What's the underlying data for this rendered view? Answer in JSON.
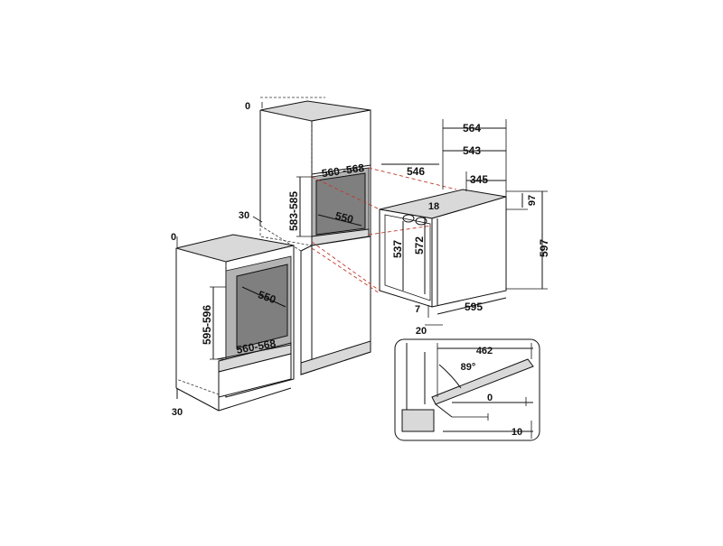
{
  "dimensions": {
    "tall_top_zero": "0",
    "tall_side_30": "30",
    "tall_niche_height": "583-585",
    "tall_niche_width": "560 -568",
    "tall_niche_depth": "550",
    "under_top_zero": "0",
    "under_niche_height": "595-596",
    "under_niche_depth": "550",
    "under_niche_width": "560-568",
    "under_bottom_30": "30",
    "oven_depth_564": "564",
    "oven_depth_543": "543",
    "oven_depth_546": "546",
    "oven_depth_345": "345",
    "oven_18": "18",
    "oven_97": "97",
    "oven_height_597": "597",
    "oven_height_537": "537",
    "oven_height_572": "572",
    "oven_width_595": "595",
    "oven_7": "7",
    "oven_20": "20",
    "door_462": "462",
    "door_angle": "89°",
    "door_0": "0",
    "door_10": "10"
  }
}
